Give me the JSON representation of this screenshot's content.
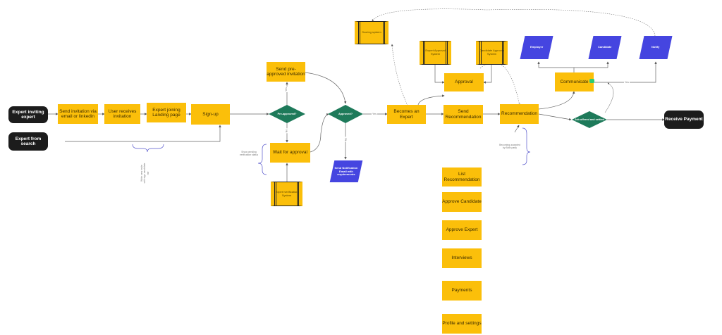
{
  "start": {
    "expert_inviting": "Expert inviting expert",
    "expert_from_search": "Expert from search"
  },
  "steps": {
    "send_invitation": "Send invitation via email or linkedin",
    "user_receives": "User receives invitation",
    "expert_joining": "Expert joining Landing page",
    "sign_up": "Sign-up",
    "send_preapproved": "Send pre-approved invitation",
    "wait_for_approval": "Wait for approval",
    "becomes_expert": "Becomes an Expert",
    "send_recommendation": "Send Recommendation",
    "recommendation": "Recommendation",
    "approval": "Approval",
    "communicate": "Communicate",
    "receive_payment": "Receive Payment"
  },
  "decisions": {
    "pre_approved": "Pre-approved?",
    "approved": "Approved?",
    "job_offered": "Job offered and settled"
  },
  "systems": {
    "scoring": "Scoring system",
    "expert_approval": "Expert Approval System",
    "candidate_approval": "Candidate Approval System",
    "expert_verification": "Expert verification System"
  },
  "outputs": {
    "send_notification": "Send Notification Email with requirements",
    "employer": "Employer",
    "candidate": "Candidate",
    "notify": "Notify"
  },
  "notes": {
    "write_sign": "Write new invite with sign candidate me",
    "show_pending": "Show pending verification status",
    "becoming_accepted": "Becoming accepted by Both party"
  },
  "edge_labels": {
    "yes1": "Yes",
    "no1": "No",
    "no2": "No",
    "yes2": "Yes",
    "yes3": "Yes"
  },
  "menu": [
    "List Recommendation",
    "Approve Candidate",
    "Approve Expert",
    "Interviews",
    "Payments",
    "Profile and settings"
  ],
  "colors": {
    "process": "#fbbf0a",
    "terminal": "#1c1c1c",
    "decision": "#1e7a5a",
    "output": "#4545e0",
    "bracket": "#5555cc"
  }
}
